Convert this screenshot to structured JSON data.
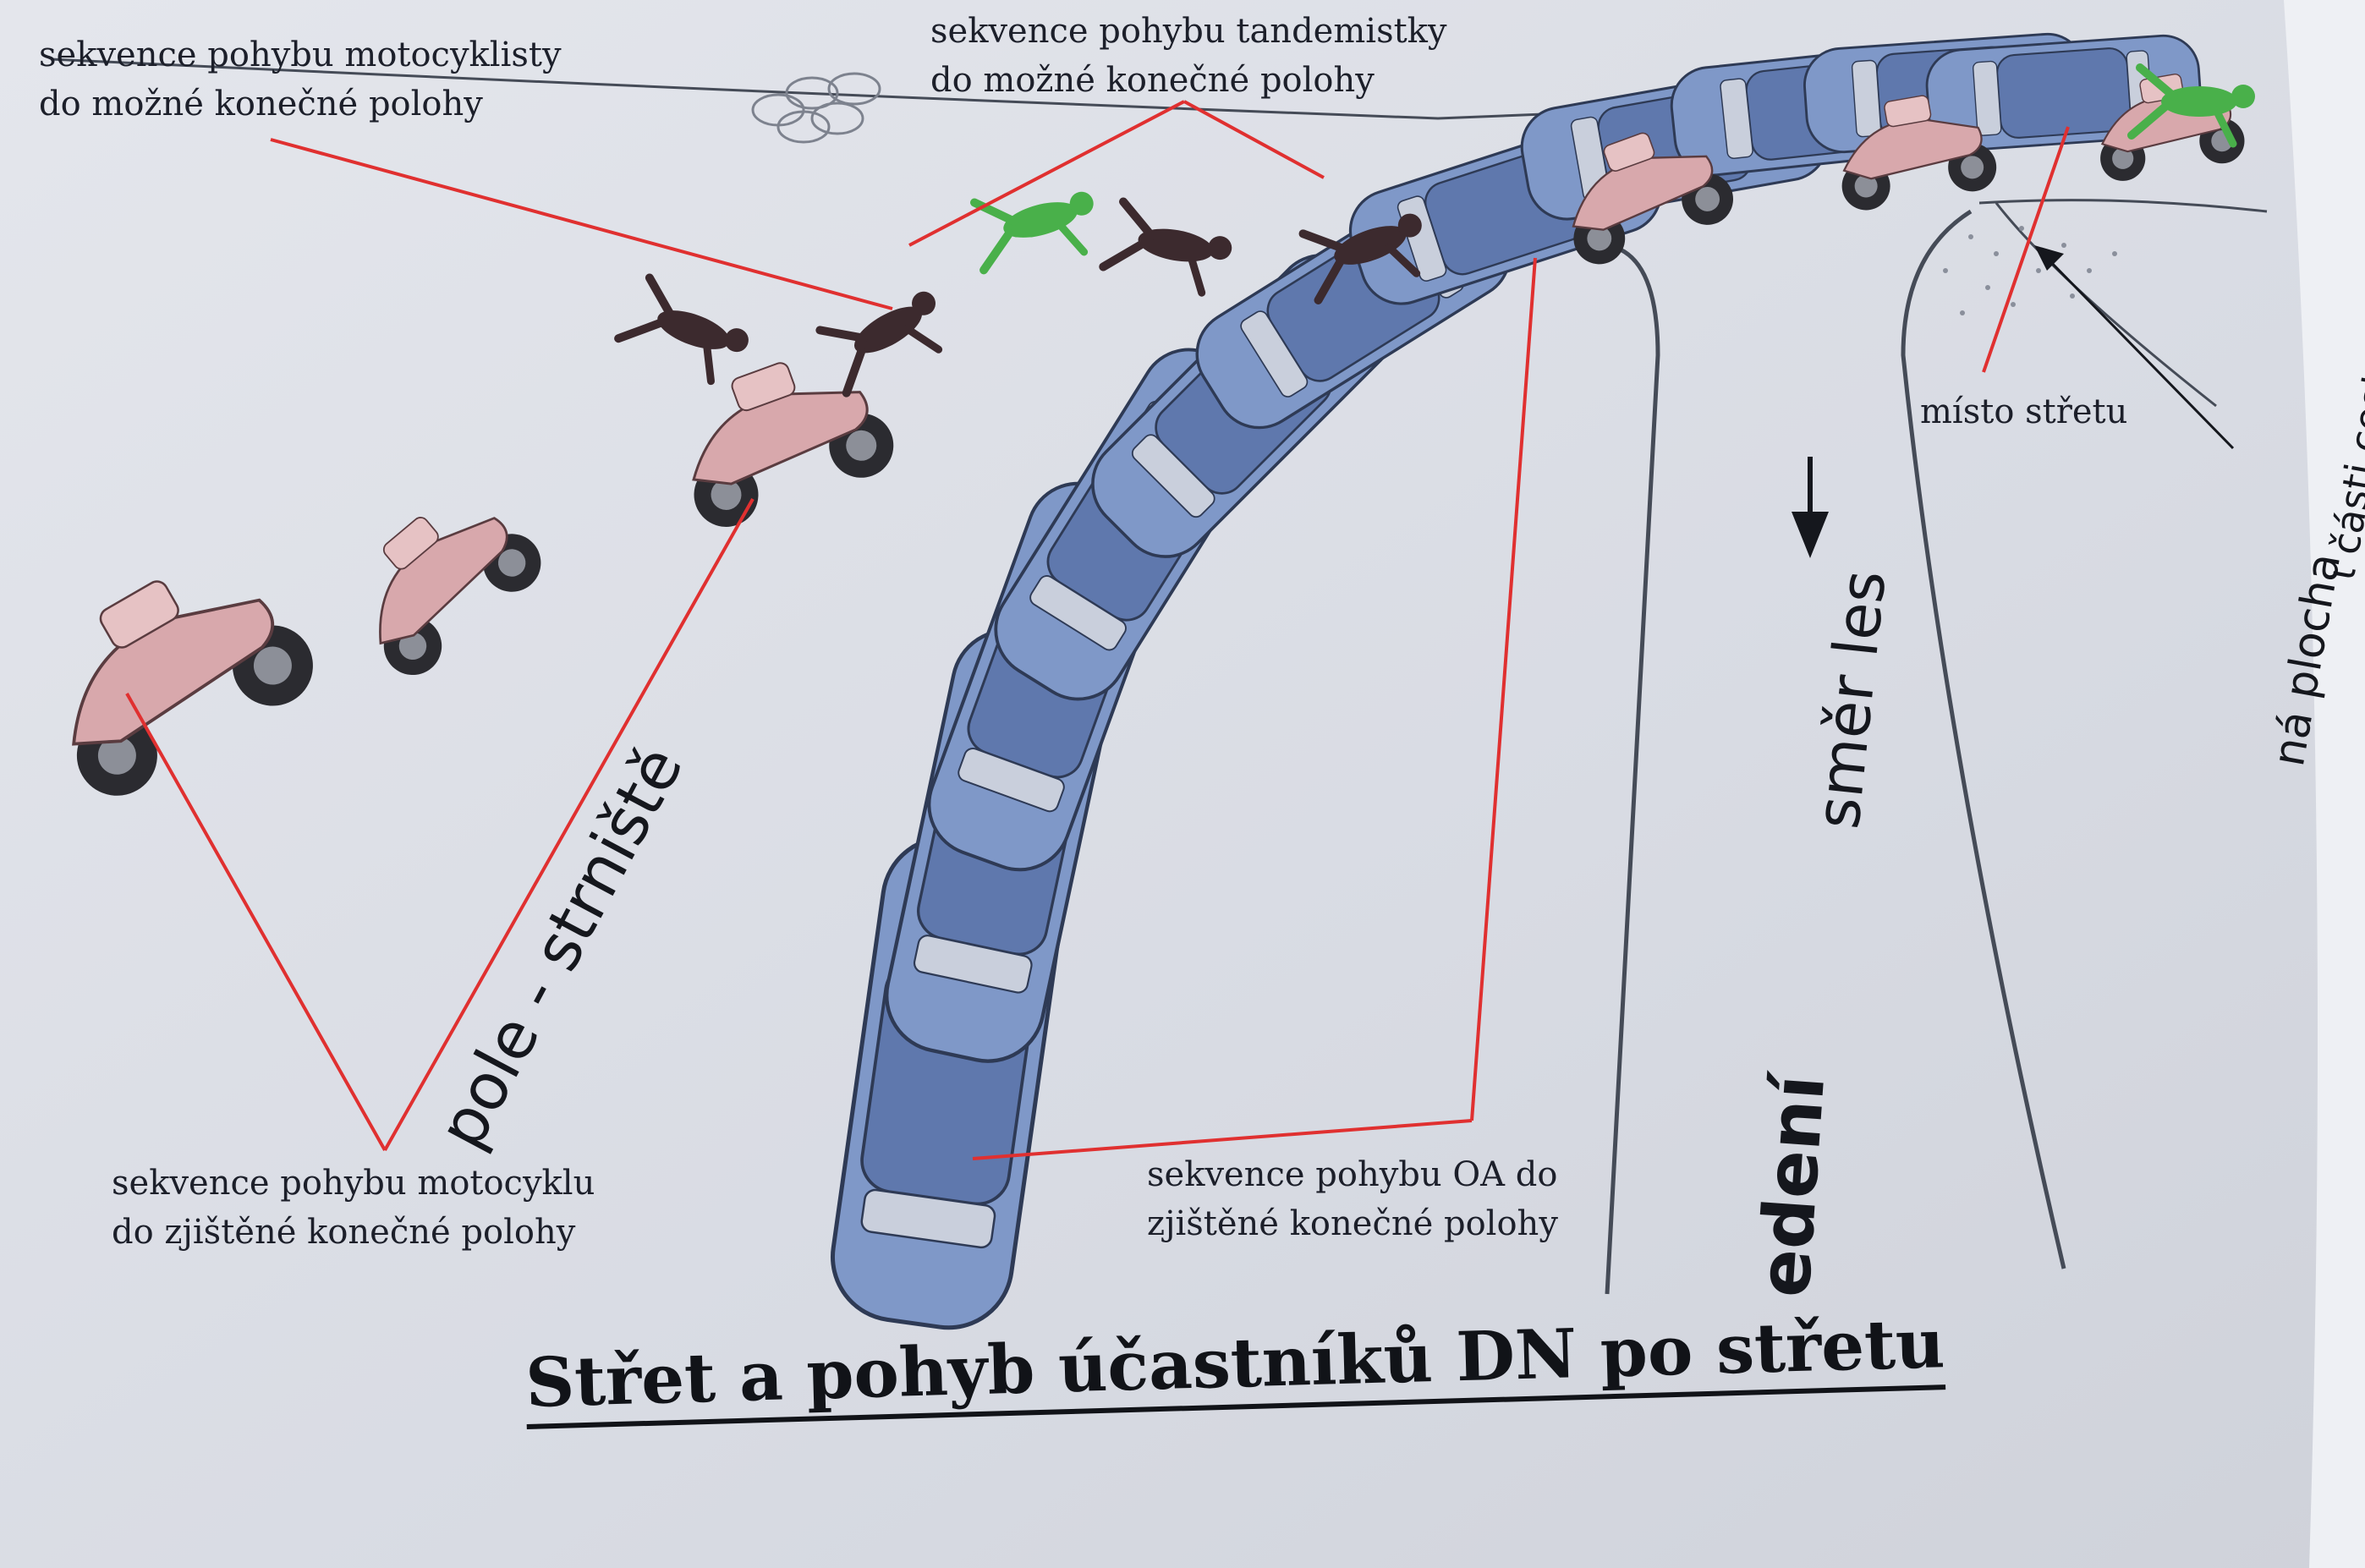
{
  "diagram": {
    "title": "Střet a pohyb účastníků DN po střetu",
    "labels": {
      "motorcyclist_sequence": [
        "sekvence pohybu motocyklisty",
        "do možné konečné polohy"
      ],
      "passenger_sequence": [
        "sekvence pohybu tandemistky",
        "do možné konečné polohy"
      ],
      "motorcycle_sequence": [
        "sekvence pohybu motocyklu",
        "do zjištěné konečné polohy"
      ],
      "car_sequence": [
        "sekvence pohybu OA do",
        "zjištěné konečné polohy"
      ],
      "collision_point": "místo střetu"
    },
    "area_labels": {
      "field": "pole - strniště",
      "direction": "směr les",
      "road_fragment": "edení",
      "shoulder_line1": "ná plocha",
      "shoulder_line2": "ι části cesty"
    },
    "colors": {
      "paper": "#d9dbe2",
      "car_body": "#7f98c8",
      "car_roof": "#5f78ad",
      "motorcycle": "#d8a8ac",
      "rider": "#3c2a2e",
      "passenger_figure": "#49b04a",
      "leader_line": "#e03030",
      "road_line": "#454b57"
    }
  }
}
